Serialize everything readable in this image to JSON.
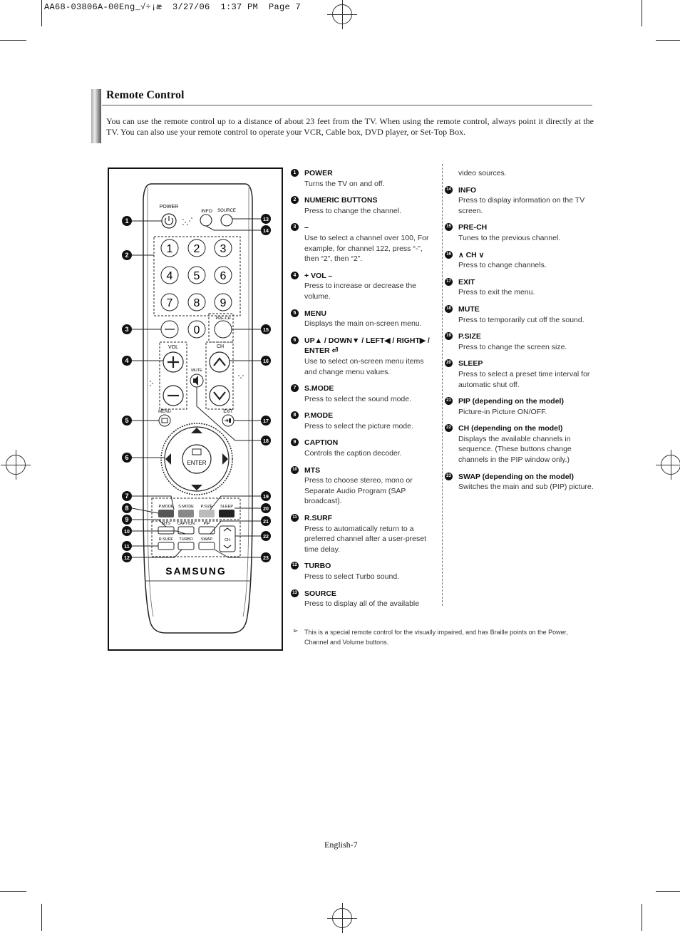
{
  "slug": "AA68-03806A-00Eng_√÷¡æ  3/27/06  1:37 PM  Page 7",
  "section": {
    "title": "Remote Control",
    "intro": "You can use the remote control up to a distance of about 23 feet from the TV. When using the remote control, always point it directly at the TV. You can also use your remote control to operate your VCR, Cable box, DVD player, or Set-Top Box."
  },
  "remote": {
    "buttons": {
      "power": "POWER",
      "info": "INFO",
      "source": "SOURCE",
      "prech": "PRE-CH",
      "vol": "VOL",
      "ch": "CH",
      "mute": "MUTE",
      "menu": "MENU",
      "exit": "EXIT",
      "enter": "ENTER",
      "pmode": "P.MODE",
      "smode": "S.MODE",
      "psize": "P.SIZE",
      "sleep": "SLEEP",
      "mts": "MTS",
      "caption": "CAPTION",
      "pip": "PIP",
      "rsurf": "R.SURF",
      "turbo": "TURBO",
      "swap": "SWAP",
      "ch_small": "CH",
      "brand": "SAMSUNG",
      "digits": [
        "1",
        "2",
        "3",
        "4",
        "5",
        "6",
        "7",
        "8",
        "9"
      ],
      "zero": "0",
      "dash": "–"
    },
    "callout_numbers": [
      "❶",
      "❷",
      "❸",
      "❹",
      "❺",
      "❻",
      "❼",
      "❽",
      "❾",
      "❿",
      "⓫",
      "⓬",
      "⓭",
      "⓮",
      "⓯",
      "⓰",
      "⓱",
      "⓲",
      "⓳",
      "⓴",
      "㉑",
      "㉒",
      "㉓"
    ]
  },
  "items_col1": [
    {
      "n": "1",
      "label": "POWER",
      "desc": "Turns the TV on and off."
    },
    {
      "n": "2",
      "label": "NUMERIC BUTTONS",
      "desc": "Press to change the channel."
    },
    {
      "n": "3",
      "label": "–",
      "desc": "Use to select a channel over 100, For example, for channel 122, press “-”, then “2”, then “2”."
    },
    {
      "n": "4",
      "label": "+ VOL –",
      "desc": "Press to increase or decrease the volume."
    },
    {
      "n": "5",
      "label": "MENU",
      "desc": "Displays the main on-screen menu."
    },
    {
      "n": "6",
      "label": "UP▲ / DOWN▼ / LEFT◀ / RIGHT▶ / ENTER ⏎",
      "desc": "Use to select on-screen menu items and change menu values."
    },
    {
      "n": "7",
      "label": "S.MODE",
      "desc": "Press to select the sound mode."
    },
    {
      "n": "8",
      "label": "P.MODE",
      "desc": "Press to select the picture mode."
    },
    {
      "n": "9",
      "label": "CAPTION",
      "desc": "Controls the caption decoder."
    },
    {
      "n": "10",
      "label": "MTS",
      "desc": "Press to choose stereo, mono or Separate Audio Program (SAP broadcast)."
    },
    {
      "n": "11",
      "label": "R.SURF",
      "desc": "Press to automatically return to a preferred channel after a user-preset time delay."
    },
    {
      "n": "12",
      "label": "TURBO",
      "desc": "Press to select Turbo sound."
    },
    {
      "n": "13",
      "label": "SOURCE",
      "desc": "Press to display all of the available"
    }
  ],
  "col2_continuation": "video sources.",
  "items_col2": [
    {
      "n": "14",
      "label": "INFO",
      "desc": "Press to display information on the TV screen."
    },
    {
      "n": "15",
      "label": "PRE-CH",
      "desc": "Tunes to the previous channel."
    },
    {
      "n": "16",
      "label": "∧ CH ∨",
      "desc": "Press to change channels."
    },
    {
      "n": "17",
      "label": "EXIT",
      "desc": "Press to exit the menu."
    },
    {
      "n": "18",
      "label": "MUTE",
      "desc": "Press to temporarily cut off the sound."
    },
    {
      "n": "19",
      "label": "P.SIZE",
      "desc": "Press to change the screen size."
    },
    {
      "n": "20",
      "label": "SLEEP",
      "desc": "Press to select a preset time interval for automatic shut off."
    },
    {
      "n": "21",
      "label": "PIP (depending on the model)",
      "desc": "Picture-in Picture ON/OFF."
    },
    {
      "n": "22",
      "label": "CH (depending on the model)",
      "desc": "Displays the available channels in sequence. (These buttons change channels in the PIP window only.)"
    },
    {
      "n": "23",
      "label": "SWAP (depending on the model)",
      "desc": "Switches the main and sub (PIP) picture."
    }
  ],
  "note": "This is a special remote control for the visually impaired, and has Braille points on the Power, Channel and Volume buttons.",
  "footer": "English-7"
}
